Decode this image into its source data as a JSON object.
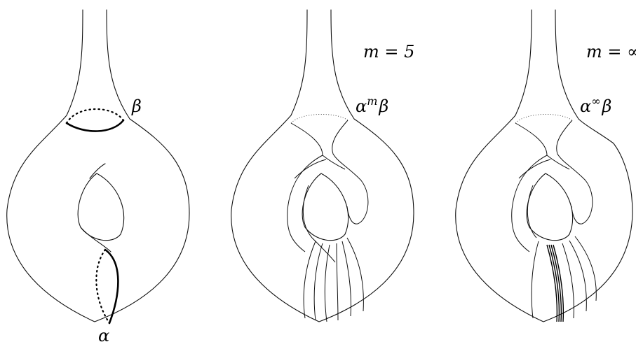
{
  "panels": [
    {
      "id": "left",
      "label_top": "",
      "label_curve": "β",
      "label_bottom": "α"
    },
    {
      "id": "middle",
      "label_top": "m = 5",
      "label_curve": "α",
      "label_curve_sup": "m",
      "label_curve_tail": "β"
    },
    {
      "id": "right",
      "label_top": "m = ∞",
      "label_curve": "α",
      "label_curve_sup": "∞",
      "label_curve_tail": "β"
    }
  ]
}
